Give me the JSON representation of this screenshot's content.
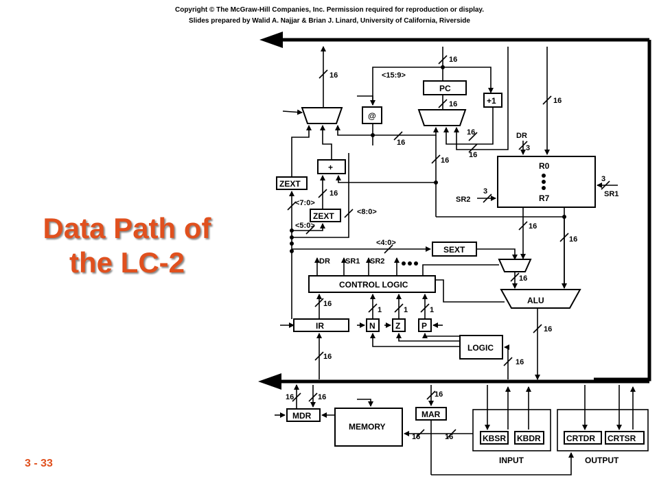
{
  "header": {
    "copyright": "Copyright © The McGraw-Hill Companies, Inc. Permission required for reproduction or display.",
    "credits": "Slides prepared by Walid A. Najjar & Brian J. Linard, University of California, Riverside"
  },
  "title": {
    "line1": "Data Path of",
    "line2": "the LC-2"
  },
  "slide_number": "3 - 33",
  "accent_color": "#e0501e",
  "diagram": {
    "blocks": {
      "pc": "PC",
      "plus1": "+1",
      "at": "@",
      "plus": "+",
      "zext_top": "ZEXT",
      "zext_bottom": "ZEXT",
      "sext": "SEXT",
      "control_logic": "CONTROL LOGIC",
      "alu": "ALU",
      "ir": "IR",
      "n": "N",
      "z": "Z",
      "p": "P",
      "logic": "LOGIC",
      "mdr": "MDR",
      "memory": "MEMORY",
      "mar": "MAR",
      "kbsr": "KBSR",
      "kbdr": "KBDR",
      "crtdr": "CRTDR",
      "crtsr": "CRTSR",
      "input": "INPUT",
      "output": "OUTPUT",
      "regfile_top": "R0",
      "regfile_bottom": "R7"
    },
    "labels": {
      "w16": "16",
      "w3": "3",
      "w1": "1",
      "bits_15_9": "<15:9>",
      "bits_7_0": "<7:0>",
      "bits_5_0": "<5:0>",
      "bits_8_0": "<8:0>",
      "bits_4_0": "<4:0>",
      "dr": "DR",
      "sr1": "SR1",
      "sr2": "SR2"
    }
  }
}
